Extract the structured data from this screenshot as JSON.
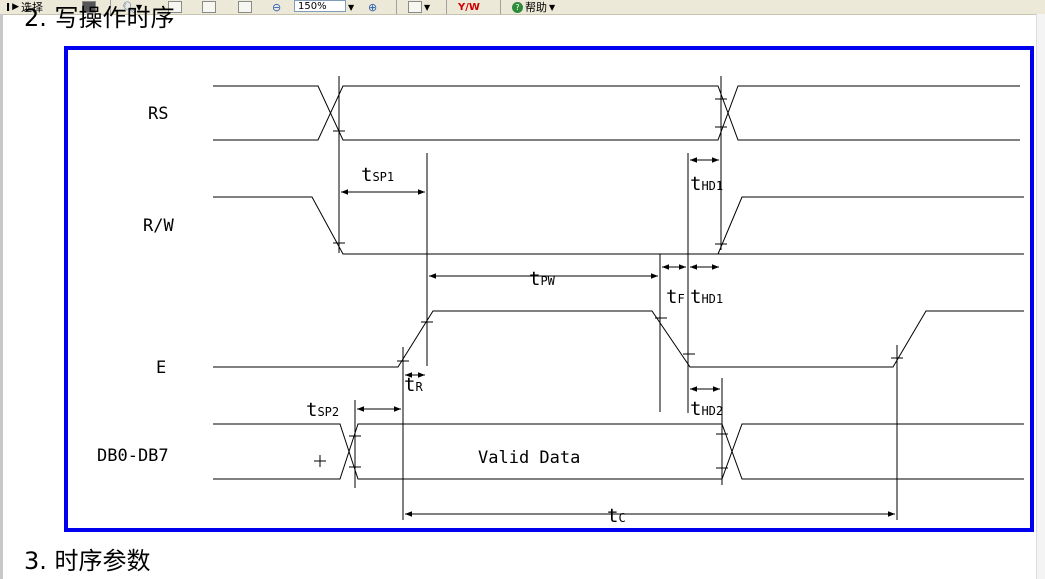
{
  "toolbar": {
    "select_label": "选择",
    "zoom_value": "150%",
    "help_label": "帮助"
  },
  "document": {
    "section_heading_top": "2. 写操作时序",
    "section_heading_bottom": "3. 时序参数"
  },
  "diagram": {
    "signals": {
      "rs": "RS",
      "rw": "R/W",
      "e": "E",
      "db": "DB0-DB7"
    },
    "timing": {
      "tsp1": "SP1",
      "thd1_top": "HD1",
      "tpw": "PW",
      "tf": "F",
      "thd1_mid": "HD1",
      "tr": "R",
      "tsp2": "SP2",
      "thd2": "HD2",
      "tc": "C"
    },
    "t_prefix": "t",
    "valid_data": "Valid Data"
  },
  "colors": {
    "frame": "#0000ee",
    "toolbar": "#ece9d8"
  }
}
